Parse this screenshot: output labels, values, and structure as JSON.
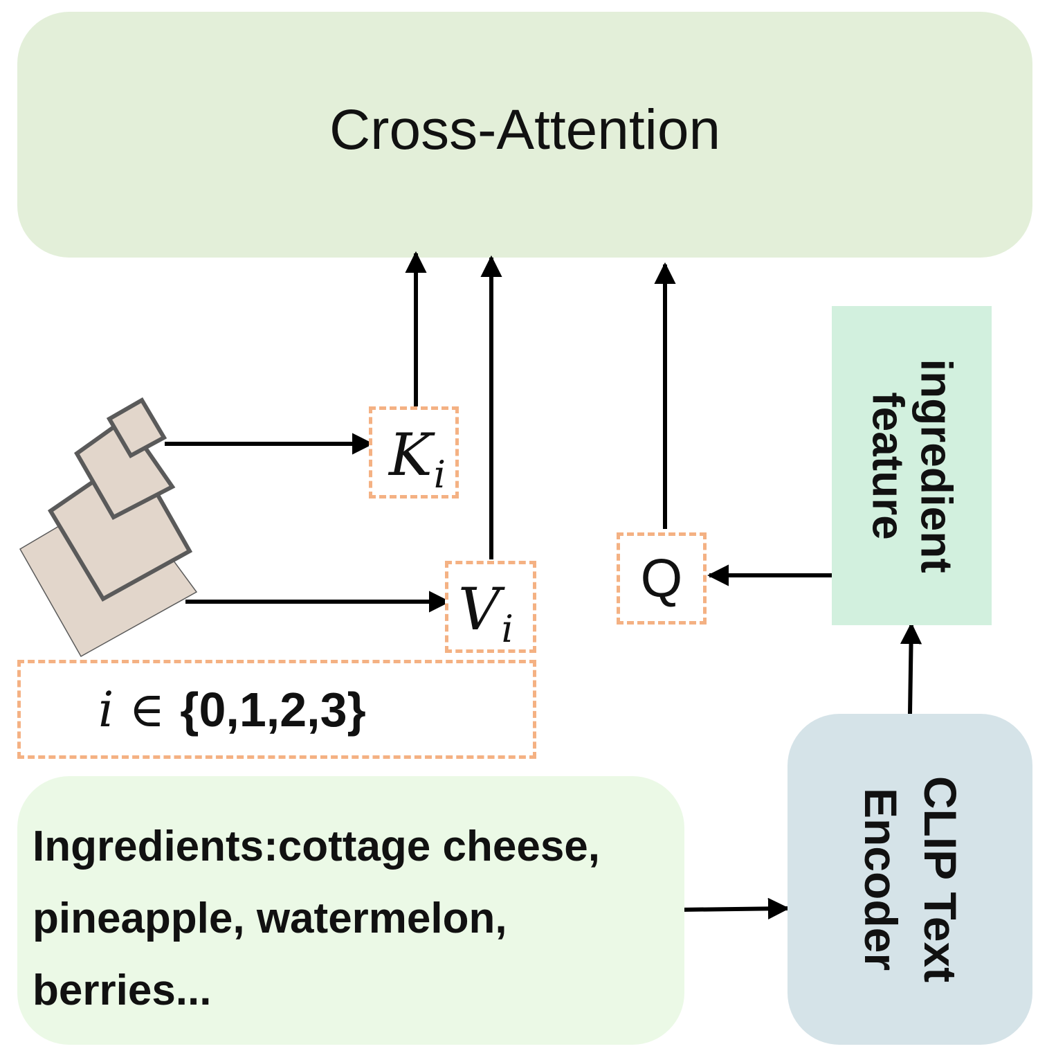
{
  "cross_attention": {
    "label": "Cross-Attention"
  },
  "key": {
    "symbol": "K",
    "subscript": "i"
  },
  "value": {
    "symbol": "V",
    "subscript": "i"
  },
  "query": {
    "label": "Q"
  },
  "index_set": {
    "variable": "i",
    "relation": "∈",
    "set": "{0,1,2,3}"
  },
  "ingredient_feature": {
    "line1": "ingredient",
    "line2": "feature"
  },
  "clip_encoder": {
    "line1": "CLIP Text",
    "line2": "Encoder"
  },
  "ingredients_text": {
    "line1": "Ingredients:cottage cheese,",
    "line2": "pineapple, watermelon,",
    "line3": "berries..."
  },
  "colors": {
    "cross_attention_fill": "#e3efd9",
    "dashed_border": "#f4b183",
    "ingredient_feature_fill": "#d2f0de",
    "clip_encoder_fill": "#d5e3e8",
    "ingredients_fill": "#ebf9e6",
    "image_stack_fill": "#e2d6cb",
    "image_stack_border": "#5a5a5a"
  }
}
